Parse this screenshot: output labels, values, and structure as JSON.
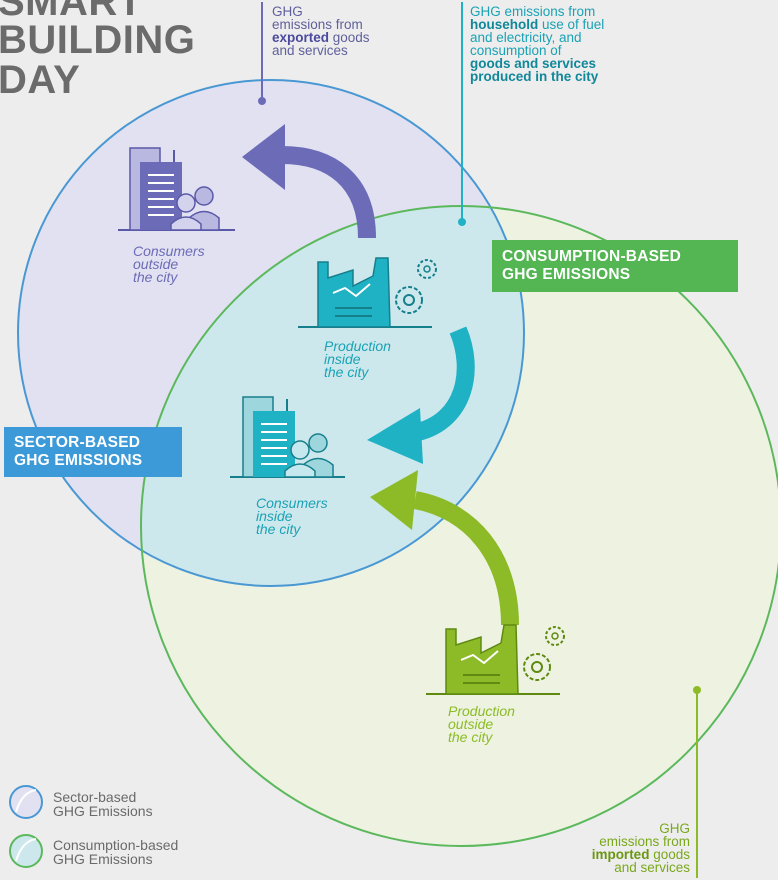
{
  "title": {
    "line1": "SMART",
    "line2": "BUILDING",
    "line3": "DAY"
  },
  "notes": {
    "exported": {
      "line1": "GHG",
      "line2": "emissions from",
      "line3_bold": "exported",
      "line3_rest": " goods",
      "line4": "and services"
    },
    "household": {
      "line1": "GHG emissions from",
      "line2_bold": "household",
      "line2_rest": " use of fuel",
      "line3": "and electricity, and",
      "line4": "consumption of",
      "line5": "goods and services",
      "line6": "produced in the city"
    },
    "imported": {
      "line1": "GHG",
      "line2": "emissions from",
      "line3_bold": "imported",
      "line3_rest": " goods",
      "line4": "and services"
    }
  },
  "badges": {
    "consumption": {
      "line1": "CONSUMPTION-BASED",
      "line2": "GHG EMISSIONS"
    },
    "sector": {
      "line1": "SECTOR-BASED",
      "line2": "GHG EMISSIONS"
    }
  },
  "labels": {
    "consumers_outside": {
      "l1": "Consumers",
      "l2": "outside",
      "l3": "the city"
    },
    "production_inside": {
      "l1": "Production",
      "l2": "inside",
      "l3": "the city"
    },
    "consumers_inside": {
      "l1": "Consumers",
      "l2": "inside",
      "l3": "the city"
    },
    "production_outside": {
      "l1": "Production",
      "l2": "outside",
      "l3": "the city"
    }
  },
  "legend": {
    "sector": {
      "l1": "Sector-based",
      "l2": "GHG Emissions"
    },
    "consumption": {
      "l1": "Consumption-based",
      "l2": "GHG Emissions"
    }
  },
  "colors": {
    "background": "#ededed",
    "sector_circle_stroke": "#4a98d3",
    "sector_circle_fill": "#e1e1f2",
    "consumption_circle_stroke": "#5cb85c",
    "consumption_circle_fill": "#edf3e0",
    "overlap_fill": "#cde8ec",
    "purple": "#6c6bb7",
    "teal": "#1fb1c4",
    "lime": "#8dbb27",
    "sector_badge": "#3d9ad9",
    "consumption_badge": "#54b653",
    "dark_text": "#3a3a3a"
  },
  "icons": [
    "building-group-icon",
    "factory-gear-icon",
    "arrow-icon",
    "legend-circle-icon"
  ]
}
